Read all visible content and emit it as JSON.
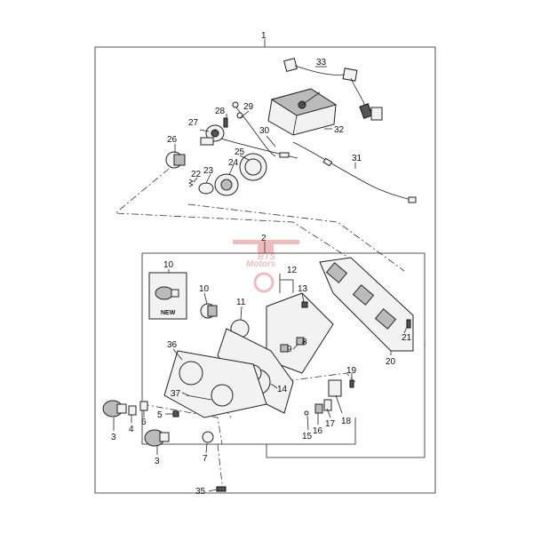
{
  "diagram": {
    "callouts": {
      "c1": "1",
      "c2": "2",
      "c3a": "3",
      "c3b": "3",
      "c4": "4",
      "c5": "5",
      "c6": "6",
      "c7": "7",
      "c8": "8",
      "c9": "9",
      "c10a": "10",
      "c10b": "10",
      "c11": "11",
      "c12": "12",
      "c13": "13",
      "c14": "14",
      "c15": "15",
      "c16": "16",
      "c17": "17",
      "c18": "18",
      "c19": "19",
      "c20": "20",
      "c21": "21",
      "c22": "22",
      "c23": "23",
      "c24": "24",
      "c25": "25",
      "c26": "26",
      "c27": "27",
      "c28": "28",
      "c29": "29",
      "c30": "30",
      "c31": "31",
      "c32": "32",
      "c33": "33",
      "c35": "35",
      "c36": "36",
      "c37": "37"
    },
    "new_label": "NEW",
    "watermark": {
      "line1": "BTS",
      "line2": "Motors"
    }
  }
}
